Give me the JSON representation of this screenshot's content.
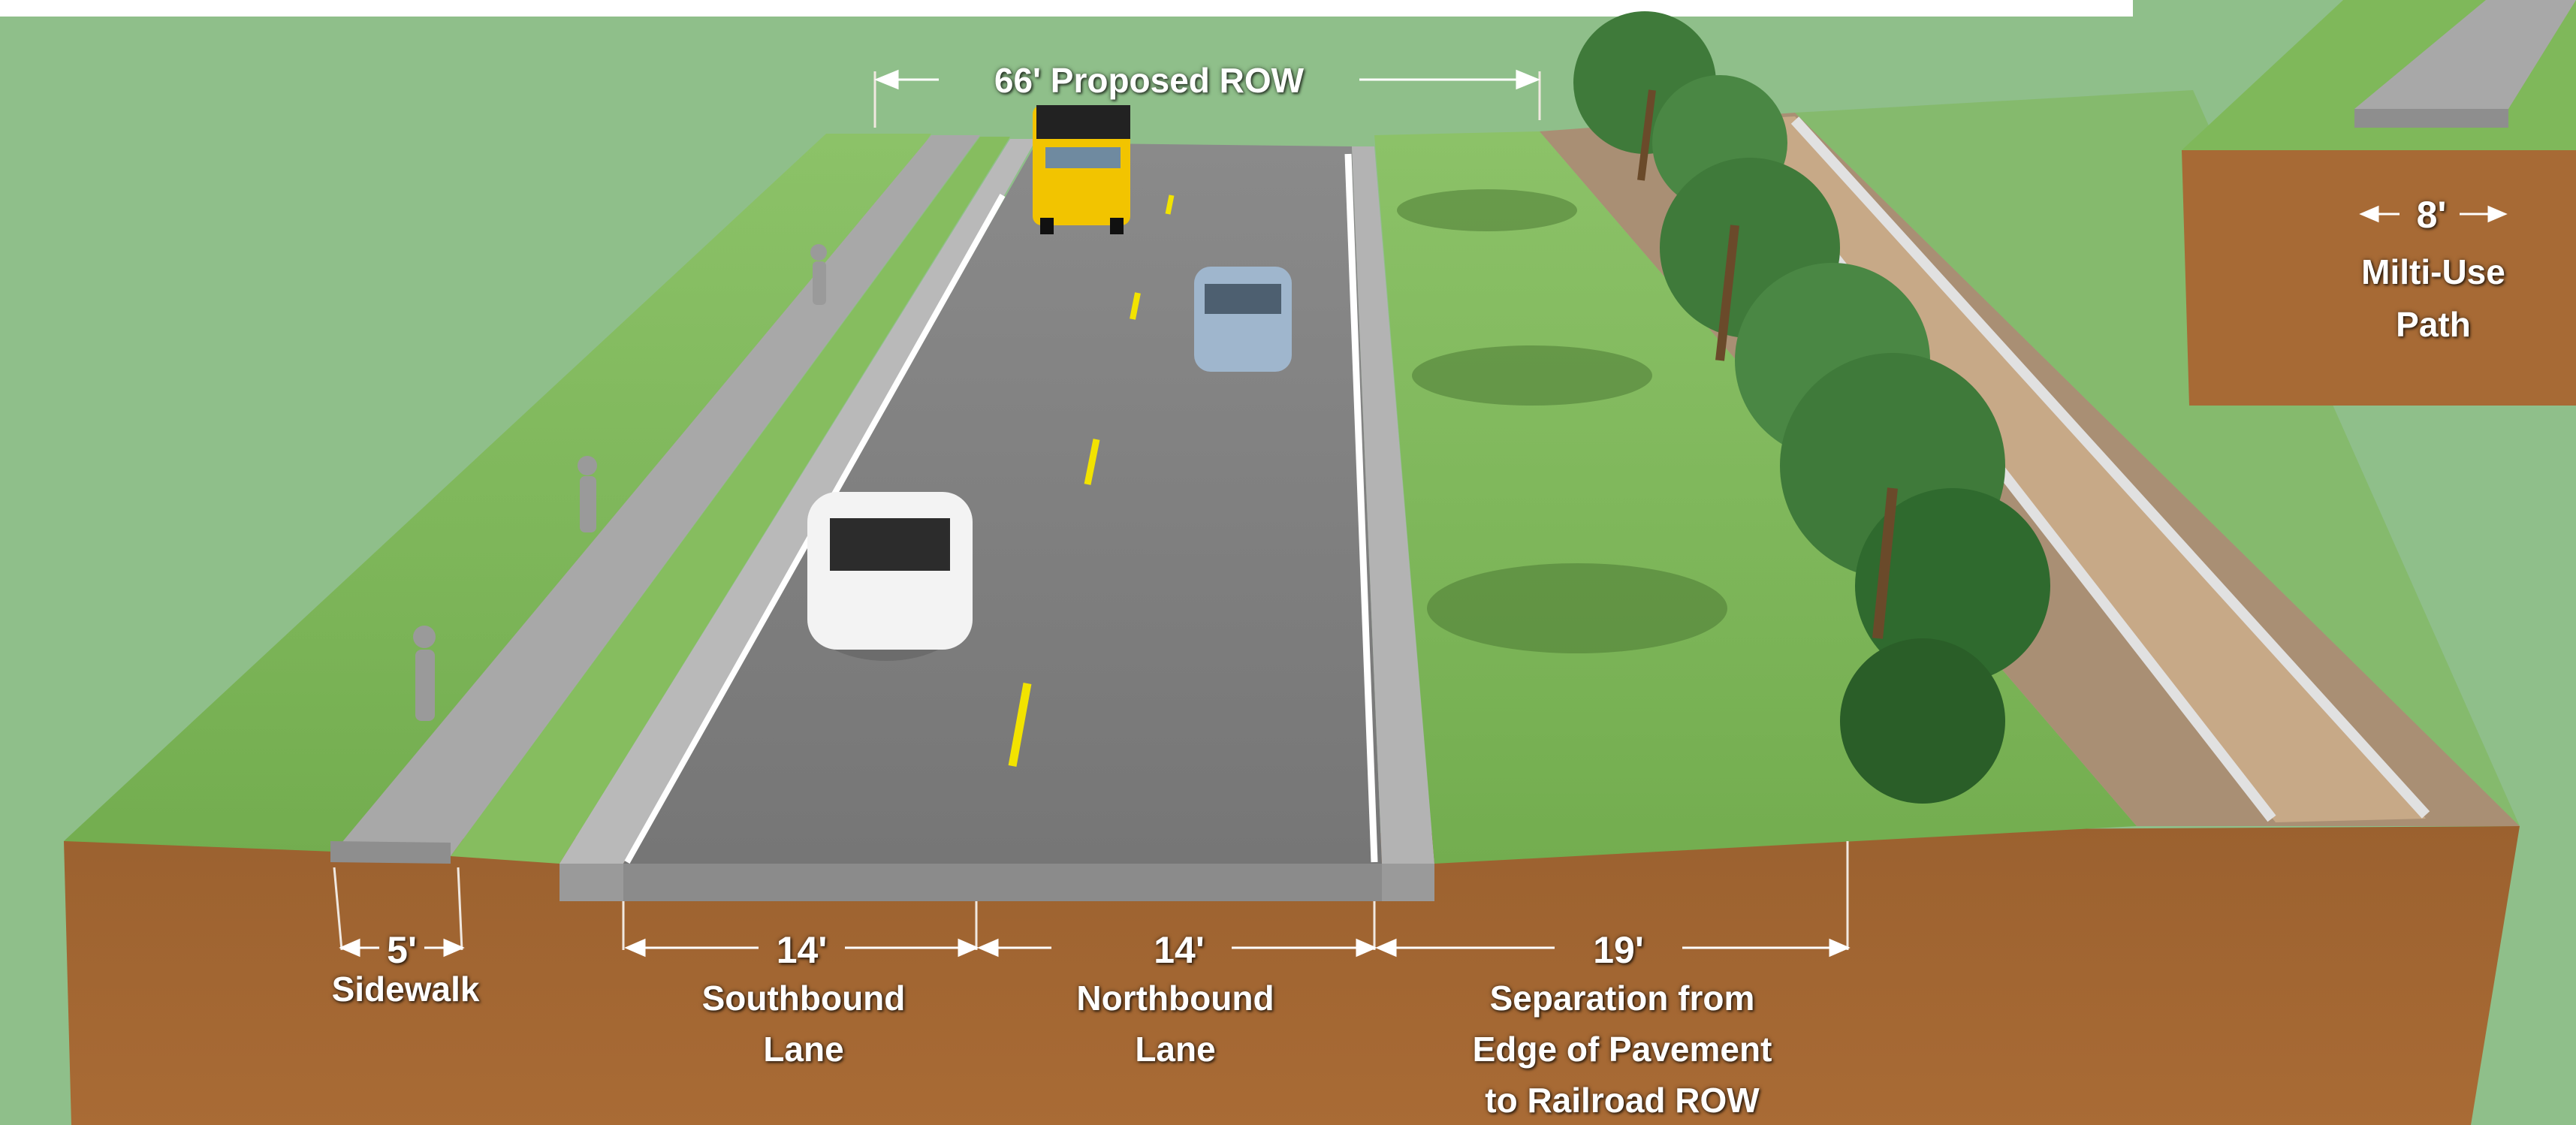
{
  "labels": {
    "row": "66' Proposed ROW",
    "sidewalk_width": "5'",
    "sidewalk": "Sidewalk",
    "southbound_width": "14'",
    "southbound_line1": "Southbound",
    "southbound_line2": "Lane",
    "northbound_width": "14'",
    "northbound_line1": "Northbound",
    "northbound_line2": "Lane",
    "separation_width": "19'",
    "separation_line1": "Separation from",
    "separation_line2": "Edge of Pavement",
    "separation_line3": "to Railroad ROW",
    "path_width": "8'",
    "path_line1": "Milti-Use",
    "path_line2": "Path"
  },
  "colors": {
    "background": "#8fbf8a",
    "grass": "#7fb85a",
    "soil": "#a76a35",
    "pavement": "#7d7d7d",
    "sidewalk": "#a7a7a7",
    "lane_center": "#f2e300",
    "lane_edge": "#ffffff",
    "truck": "#f2c400"
  }
}
